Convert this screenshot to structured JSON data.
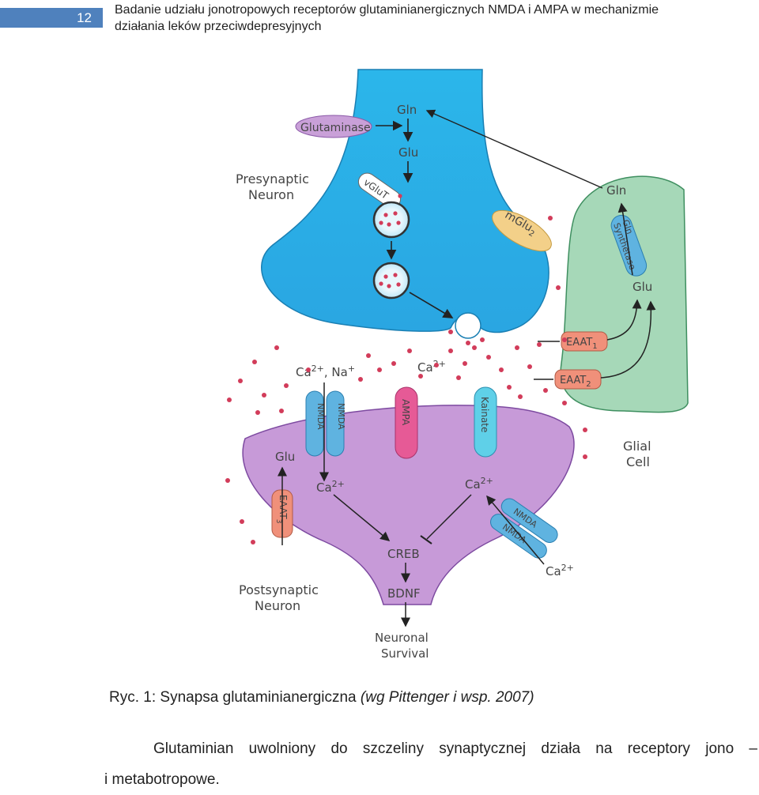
{
  "header": {
    "page_number": "12",
    "title_line1": "Badanie udziału jonotropowych receptorów glutaminianergicznych NMDA i AMPA w mechanizmie",
    "title_line2": "działania leków przeciwdepresyjnych"
  },
  "figure": {
    "presynaptic_label": [
      "Presynaptic",
      "Neuron"
    ],
    "postsynaptic_label": [
      "Postsynaptic",
      "Neuron"
    ],
    "glial_label": [
      "Glial",
      "Cell"
    ],
    "glutaminase": "Glutaminase",
    "gln_pre": "Gln",
    "glu_pre": "Glu",
    "vglut": "vGluT",
    "mglu2": "mGlu",
    "mglu2_sub": "2",
    "gln_glia": "Gln",
    "gln_synthetase": [
      "Gln",
      "Synthetase"
    ],
    "glu_glia": "Glu",
    "eaat1": "EAAT",
    "eaat1_sub": "1",
    "eaat2": "EAAT",
    "eaat2_sub": "2",
    "eaat3": "EAAT",
    "eaat3_sub": "3",
    "ions_nmda": "Ca",
    "ions_nmda_sup": "2+",
    "ions_na": ", Na",
    "ions_na_sup": "+",
    "ca_cleft": "Ca",
    "ca_cleft_sup": "2+",
    "nmda": "NMDA",
    "ampa": "AMPA",
    "kainate": "Kainate",
    "glu_post": "Glu",
    "ca_post_left": "Ca",
    "ca_post_left_sup": "2+",
    "ca_post_right": "Ca",
    "ca_post_right_sup": "2+",
    "ca_extra": "Ca",
    "ca_extra_sup": "2+",
    "creb": "CREB",
    "bdnf": "BDNF",
    "survival": [
      "Neuronal",
      "Survival"
    ]
  },
  "caption": {
    "prefix": "Ryc. 1: Synapsa glutaminianergiczna ",
    "source": "(wg Pittenger i wsp. 2007)"
  },
  "body": {
    "line1": "Glutaminian uwolniony do szczeliny synaptycznej działa na receptory jono –",
    "line2": "i metabotropowe."
  },
  "colors": {
    "header_bar": "#4f81bd",
    "presynaptic": "#29b8e8",
    "postsynaptic": "#c596d6",
    "glial": "#a8d8b8",
    "transporter": "#f0907a",
    "receptor": "#5fb3e0",
    "ampa": "#e65a96",
    "glutaminase": "#c9a0d8",
    "mglu2": "#f3d089",
    "vesicle_dot": "#d23c5a"
  }
}
